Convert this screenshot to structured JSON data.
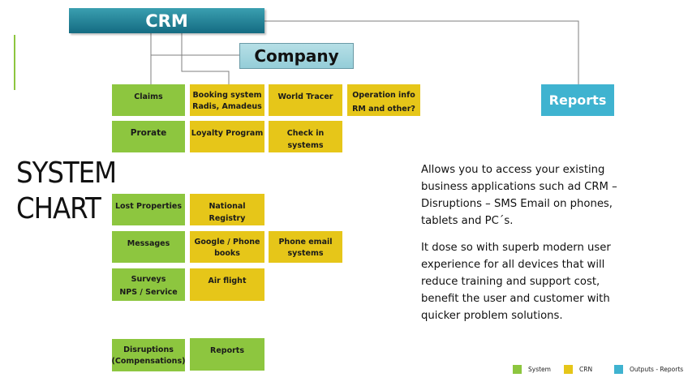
{
  "header": {
    "crm_label": "CRM",
    "company_label": "Company",
    "reports_label": "Reports"
  },
  "title": {
    "line1": "SYSTEM",
    "line2": "CHART"
  },
  "description": {
    "p1": "Allows you to access your existing business applications such ad CRM – Disruptions – SMS Email on phones, tablets and PC´s.",
    "p2": "It dose so with superb modern user experience for all devices that will reduce training and support cost, benefit the user and customer with quicker problem solutions."
  },
  "boxes": {
    "claims": "Claims",
    "booking": "Booking system\nRadis, Amadeus",
    "world_tracer": "World Tracer",
    "operation_info": "Operation info\nRM and other?",
    "prorate": "Prorate",
    "loyalty": "Loyalty Program",
    "checkin": "Check in systems",
    "lost": "Lost Properties",
    "national": "National Registry",
    "messages": "Messages",
    "google": "Google / Phone\nbooks",
    "phone_email": "Phone email\nsystems",
    "surveys": "Surveys\nNPS / Service",
    "air_flight": "Air flight",
    "disruptions": "Disruptions\n(Compensations)",
    "reports_box": "Reports"
  },
  "legend": {
    "system": "System",
    "crn": "CRN",
    "outputs": "Outputs - Reports"
  },
  "colors": {
    "system_green": "#8dc63f",
    "crn_yellow": "#e6c619",
    "outputs_blue": "#3fb3d0",
    "crm_teal": "#1f7f96"
  }
}
